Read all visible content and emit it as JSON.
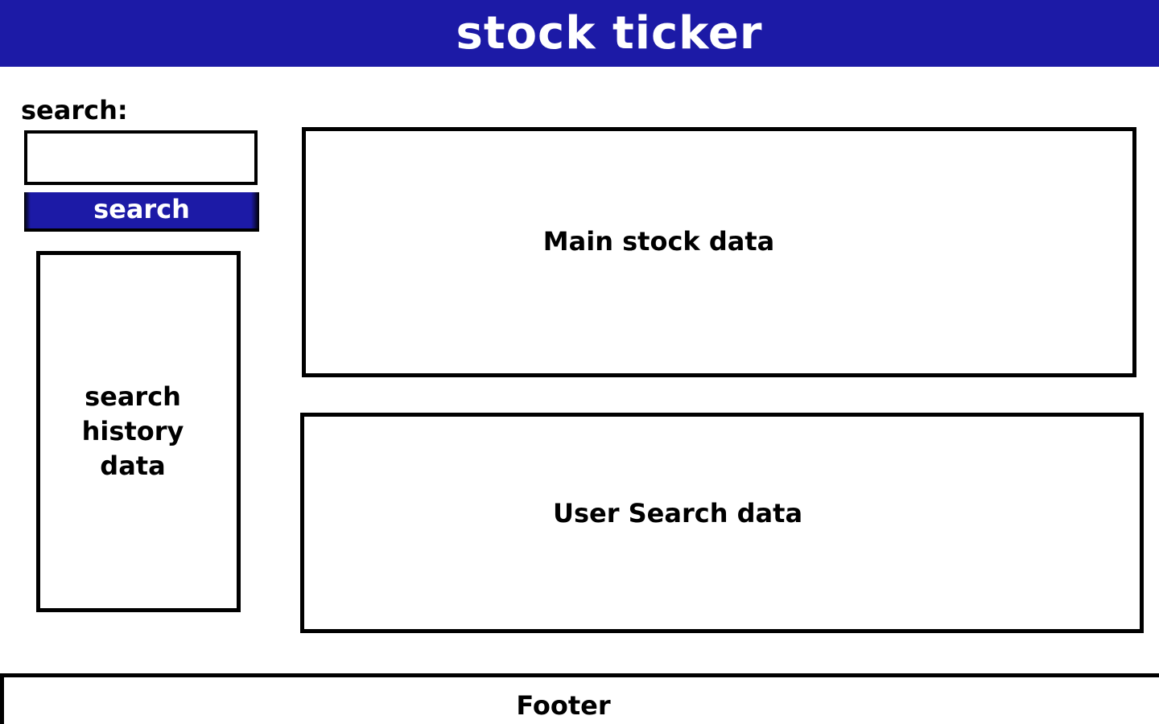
{
  "header": {
    "title": "stock ticker",
    "background_color": "#1c1aa6",
    "text_color": "#ffffff"
  },
  "search": {
    "label": "search:",
    "input_value": "",
    "placeholder": "",
    "button_label": "search"
  },
  "panels": {
    "search_history": "search history data",
    "main_stock": "Main stock data",
    "user_search": "User Search data"
  },
  "footer": {
    "label": "Footer"
  }
}
